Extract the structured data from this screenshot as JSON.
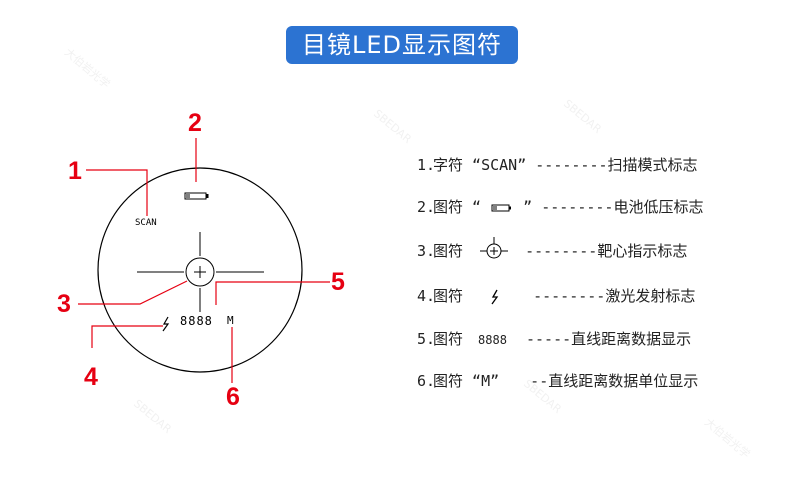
{
  "title": "目镜LED显示图符",
  "colors": {
    "title_bg": "#2c73d2",
    "title_text": "#ffffff",
    "callout": "#e60012",
    "line": "#000000"
  },
  "eyepiece": {
    "scan_text": "SCAN",
    "distance_digits": "8888",
    "unit": "M",
    "icons": [
      "battery-icon",
      "crosshair-icon",
      "laser-icon"
    ]
  },
  "callouts": [
    "1",
    "2",
    "3",
    "4",
    "5",
    "6"
  ],
  "legend": [
    {
      "index": "1.",
      "label": "字符",
      "symbol_text": "“SCAN”",
      "symbol_icon": "",
      "dashes": "--------",
      "desc": "扫描模式标志"
    },
    {
      "index": "2.",
      "label": "图符",
      "symbol_text": "",
      "symbol_icon": "battery-icon",
      "dashes": "--------",
      "desc": "电池低压标志"
    },
    {
      "index": "3.",
      "label": "图符",
      "symbol_text": "",
      "symbol_icon": "crosshair-icon",
      "dashes": "--------",
      "desc": "靶心指示标志"
    },
    {
      "index": "4.",
      "label": "图符",
      "symbol_text": "",
      "symbol_icon": "laser-icon",
      "dashes": "--------",
      "desc": "激光发射标志"
    },
    {
      "index": "5.",
      "label": "图符",
      "symbol_text": "8888",
      "symbol_icon": "",
      "dashes": "-----",
      "desc": "直线距离数据显示"
    },
    {
      "index": "6.",
      "label": "图符",
      "symbol_text": "“M”",
      "symbol_icon": "",
      "dashes": "--",
      "desc": "直线距离数据单位显示"
    }
  ],
  "watermark": [
    "SBEDAR",
    "大伯岩光学"
  ]
}
